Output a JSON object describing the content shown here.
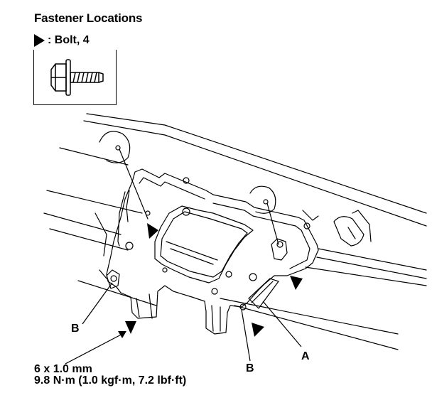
{
  "header": {
    "title": "Fastener Locations",
    "legend_label": ": Bolt, 4"
  },
  "callouts": {
    "b_left": "B",
    "b_right": "B",
    "a": "A"
  },
  "spec": {
    "size": "6 x 1.0 mm",
    "torque": "9.8 N·m (1.0 kgf·m, 7.2 lbf·ft)"
  },
  "icons": {
    "bolt": "bolt-icon",
    "arrow": "triangle-arrow-icon"
  }
}
